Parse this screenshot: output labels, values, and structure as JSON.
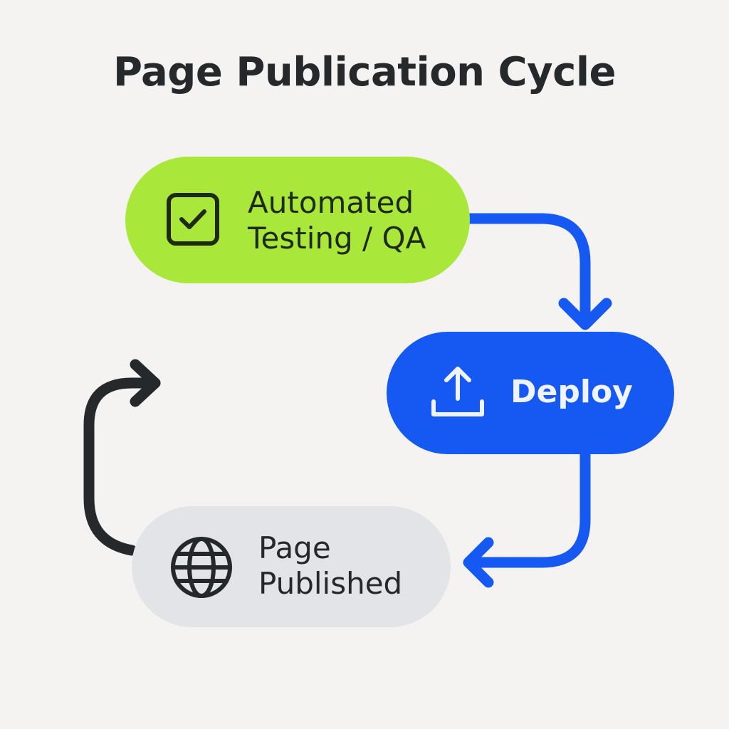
{
  "title": "Page Publication Cycle",
  "nodes": {
    "qa": {
      "label": "Automated\nTesting / QA",
      "icon": "checkbox-icon",
      "color": "#a9e83b"
    },
    "deploy": {
      "label": "Deploy",
      "icon": "upload-icon",
      "color": "#1659f2"
    },
    "published": {
      "label": "Page\nPublished",
      "icon": "globe-icon",
      "color": "#e3e4e7"
    }
  },
  "arrow_colors": {
    "blue": "#1659f2",
    "dark": "#26292c"
  }
}
